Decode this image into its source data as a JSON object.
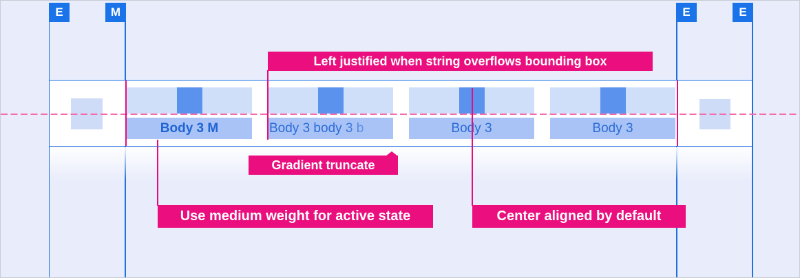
{
  "page": {
    "title": "Tab bar layout specification"
  },
  "colors": {
    "background": "#e9edfb",
    "grid_blue": "#1a73e8",
    "bar_border_blue": "#1a6fe4",
    "tab_surface_light": "#cfdffa",
    "tab_label_surface": "#a9c3f6",
    "tab_indicator_blue": "#5b92ee",
    "tab_text_blue": "#2b6cd7",
    "annotation_pink": "#ea0e7e",
    "dashed_line_pink": "#f56cac"
  },
  "grid": {
    "markers": [
      {
        "label": "E"
      },
      {
        "label": "M"
      },
      {
        "label": "E"
      },
      {
        "label": "E"
      }
    ]
  },
  "tab_bar": {
    "tabs": [
      {
        "label": "Body 3 M",
        "state": "active",
        "alignment": "center",
        "weight": "medium"
      },
      {
        "label": "Body 3 body 3 b",
        "state": "default",
        "alignment": "left",
        "truncation": "gradient"
      },
      {
        "label": "Body 3",
        "state": "default",
        "alignment": "center"
      },
      {
        "label": "Body 3",
        "state": "default",
        "alignment": "center"
      }
    ]
  },
  "annotations": [
    {
      "id": "left-justified",
      "label": "Left justified when string overflows bounding box"
    },
    {
      "id": "gradient-truncate",
      "label": "Gradient truncate"
    },
    {
      "id": "medium-weight",
      "label": "Use medium weight for active state"
    },
    {
      "id": "center-aligned",
      "label": "Center aligned by default"
    }
  ]
}
